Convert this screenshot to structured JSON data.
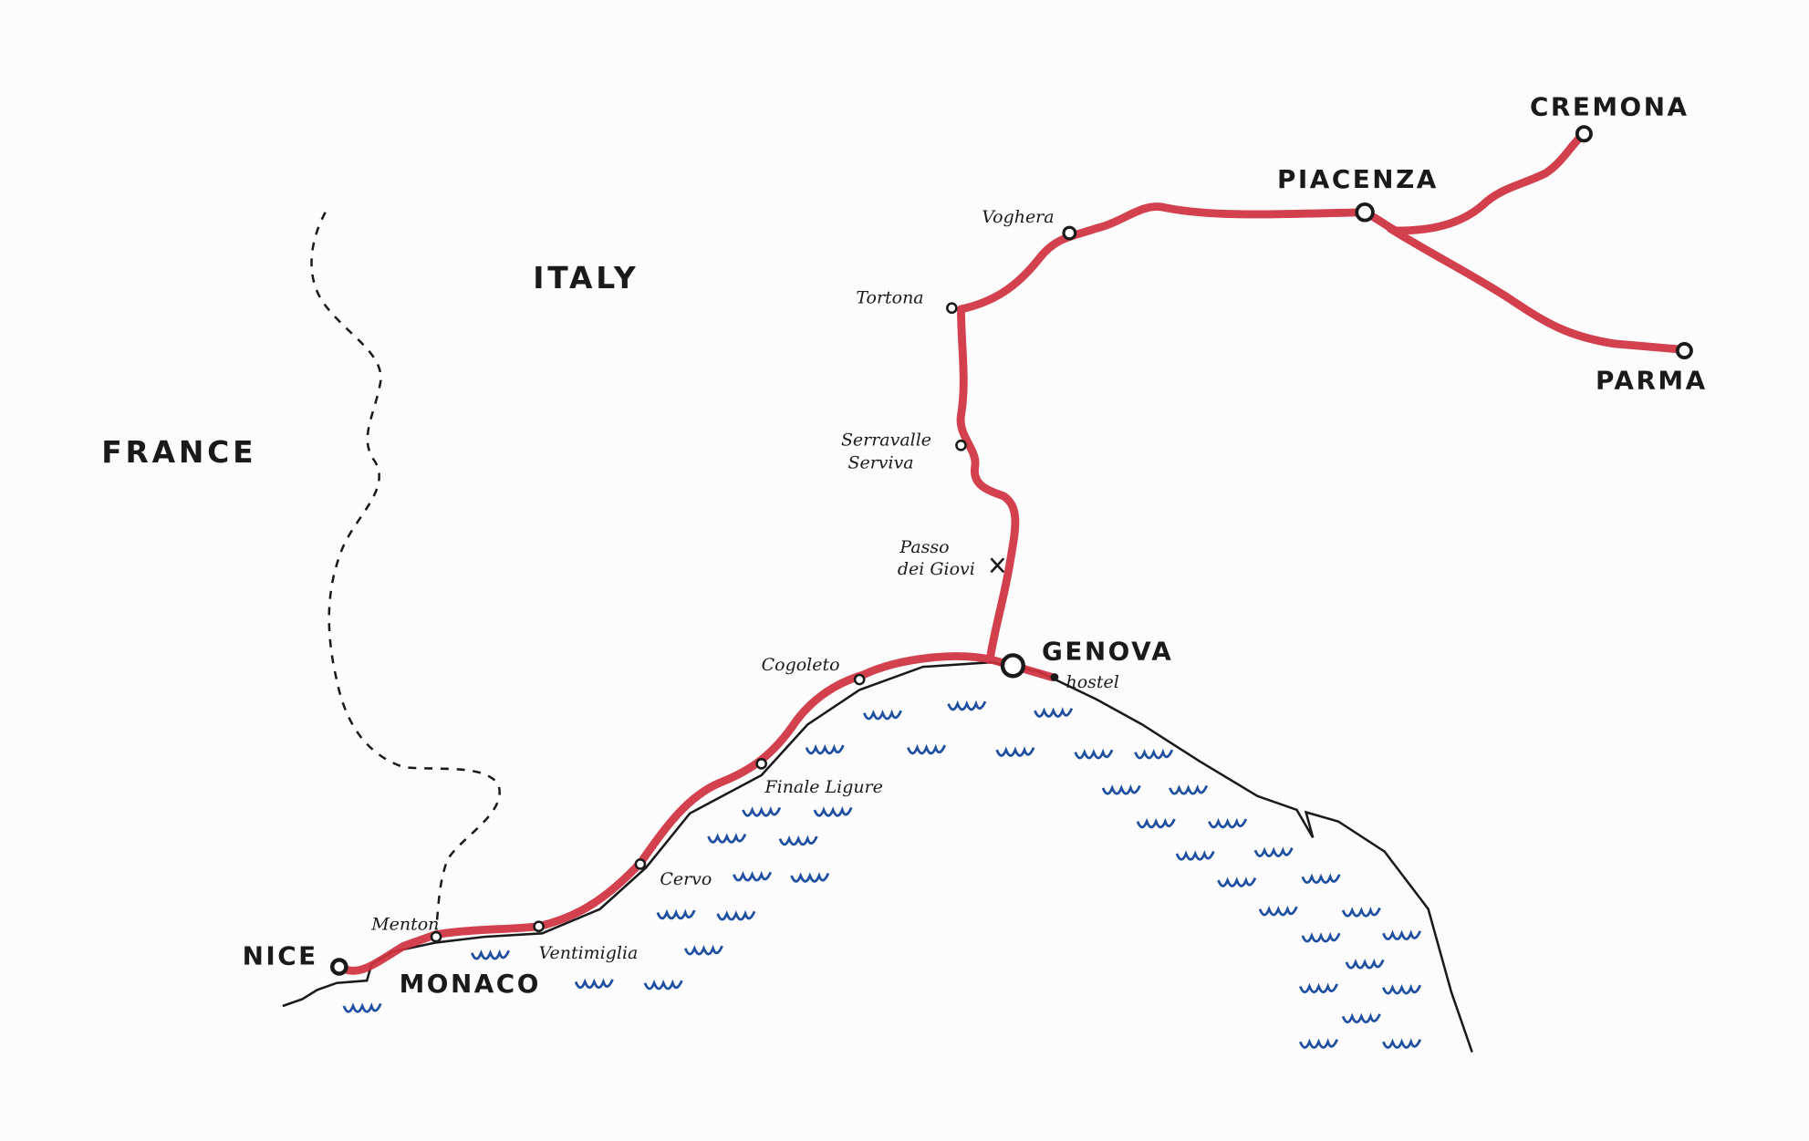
{
  "countries": {
    "france": "FRANCE",
    "italy": "ITALY",
    "monaco": "MONACO"
  },
  "cities": {
    "nice": "NICE",
    "genova": "GENOVA",
    "piacenza": "PIACENZA",
    "cremona": "CREMONA",
    "parma": "PARMA"
  },
  "towns": {
    "menton": "Menton",
    "ventimiglia": "Ventimiglia",
    "cervo": "Cervo",
    "finale": "Finale Ligure",
    "cogoleto": "Cogoleto",
    "hostel": "hostel",
    "passo_1": "Passo",
    "passo_2": "dei Giovi",
    "serravalle_1": "Serravalle",
    "serravalle_2": "Serviva",
    "tortona": "Tortona",
    "voghera": "Voghera"
  },
  "colors": {
    "route": "#d0313f",
    "ink": "#1a1a1a",
    "sea": "#1f4fa0"
  }
}
